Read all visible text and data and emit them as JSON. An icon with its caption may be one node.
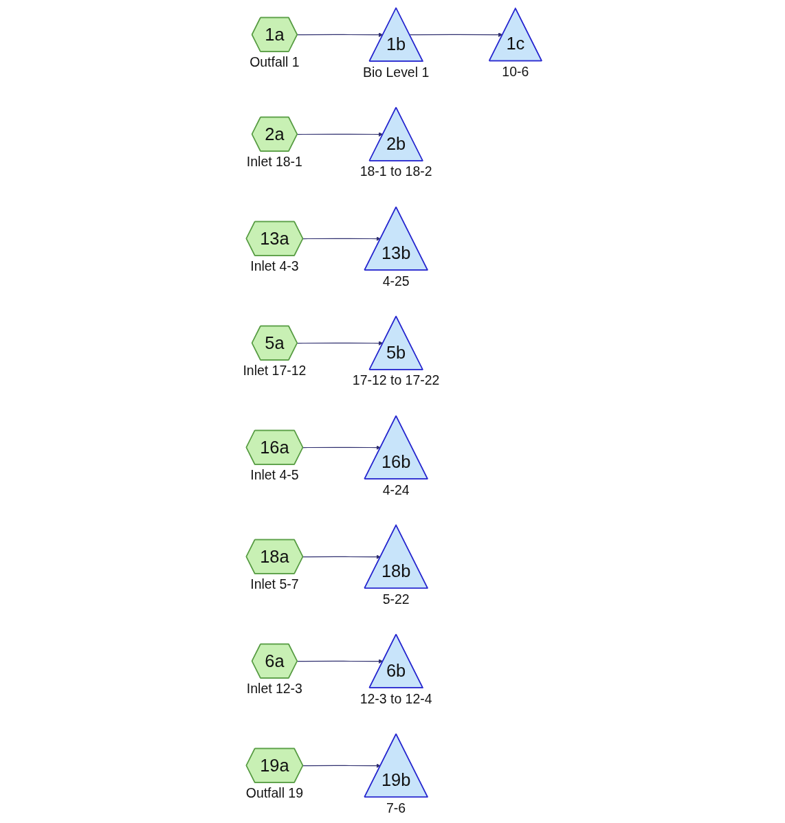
{
  "diagram": {
    "nodes": [
      {
        "text": [
          "1a"
        ],
        "beside": [
          "Outfall 1"
        ]
      },
      {
        "text": [
          "1b"
        ],
        "beside": [
          "Bio Level 1"
        ]
      },
      {
        "text": [
          "1c"
        ],
        "beside": [
          "10-6"
        ]
      },
      {
        "text": [
          "2a"
        ],
        "beside": [
          "Inlet 18-1"
        ]
      },
      {
        "text": [
          "2b"
        ],
        "beside": [
          "18-1 to 18-2"
        ]
      },
      {
        "text": [
          "13a"
        ],
        "beside": [
          "Inlet 4-3"
        ]
      },
      {
        "text": [
          "13b"
        ],
        "beside": [
          "4-25"
        ]
      },
      {
        "text": [
          "5a"
        ],
        "beside": [
          "Inlet 17-12"
        ]
      },
      {
        "text": [
          "5b"
        ],
        "beside": [
          "17-12 to 17-22"
        ]
      },
      {
        "text": [
          "16a"
        ],
        "beside": [
          "Inlet 4-5"
        ]
      },
      {
        "text": [
          "16b"
        ],
        "beside": [
          "4-24"
        ]
      },
      {
        "text": [
          "18a"
        ],
        "beside": [
          "Inlet 5-7"
        ]
      },
      {
        "text": [
          "18b"
        ],
        "beside": [
          "5-22"
        ]
      },
      {
        "text": [
          "6a"
        ],
        "beside": [
          "Inlet 12-3"
        ]
      },
      {
        "text": [
          "6b"
        ],
        "beside": [
          "12-3 to 12-4"
        ]
      },
      {
        "text": [
          "19a"
        ],
        "beside": [
          "Outfall 19"
        ]
      },
      {
        "text": [
          "19b"
        ],
        "beside": [
          "7-6"
        ]
      }
    ],
    "edges": [
      {
        "from": 0,
        "to": 1,
        "arrow": "to"
      },
      {
        "from": 1,
        "to": 2,
        "arrow": "to"
      },
      {
        "from": 3,
        "to": 4,
        "arrow": "to"
      },
      {
        "from": 5,
        "to": 6,
        "arrow": "to"
      },
      {
        "from": 7,
        "to": 8,
        "arrow": "to"
      },
      {
        "from": 9,
        "to": 10,
        "arrow": "to"
      },
      {
        "from": 11,
        "to": 12,
        "arrow": "to"
      },
      {
        "from": 13,
        "to": 14,
        "arrow": "to"
      },
      {
        "from": 15,
        "to": 16,
        "arrow": "to"
      }
    ]
  }
}
